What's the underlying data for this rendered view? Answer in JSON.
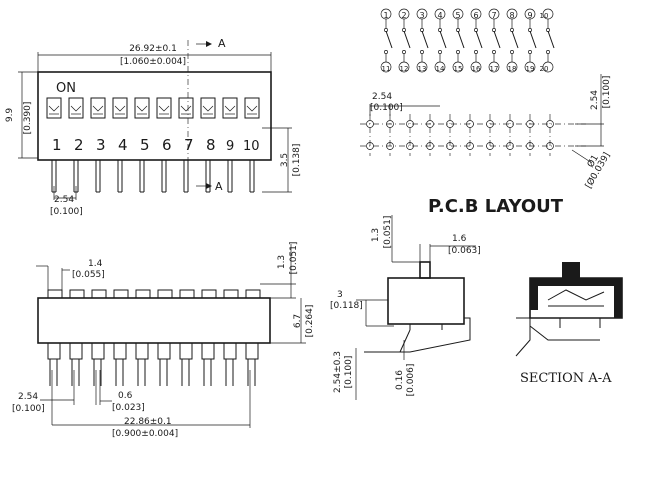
{
  "top_view": {
    "width_mm": "26.92±0.1",
    "width_in": "[1.060±0.004]",
    "height_mm": "9.9",
    "height_in": "[0.390]",
    "on_label": "ON",
    "switch_numbers": [
      "1",
      "2",
      "3",
      "4",
      "5",
      "6",
      "7",
      "8",
      "9",
      "10"
    ],
    "pitch_mm": "2.54",
    "pitch_in": "[0.100]",
    "lead_len_mm": "3.5",
    "lead_len_in": "[0.138]",
    "section_marker": "A"
  },
  "pcb_layout": {
    "title": "P.C.B LAYOUT",
    "pin_numbers_top": [
      "1",
      "2",
      "3",
      "4",
      "5",
      "6",
      "7",
      "8",
      "9",
      "10"
    ],
    "pin_numbers_bottom": [
      "11",
      "12",
      "13",
      "14",
      "15",
      "16",
      "17",
      "18",
      "19",
      "20"
    ],
    "pitch_h_mm": "2.54",
    "pitch_h_in": "[0.100]",
    "pitch_v_mm": "2.54",
    "pitch_v_in": "[0.100]",
    "hole_mm": "Ø1",
    "hole_in": "[Ø0.039]"
  },
  "front_view": {
    "actuator_w_mm": "1.4",
    "actuator_w_in": "[0.055]",
    "actuator_h_mm": "1.3",
    "actuator_h_in": "[0.051]",
    "body_h_mm": "6.7",
    "body_h_in": "[0.264]",
    "pitch_mm": "2.54",
    "pitch_in": "[0.100]",
    "pin_w_mm": "0.6",
    "pin_w_in": "[0.023]",
    "span_mm": "22.86±0.1",
    "span_in": "[0.900±0.004]"
  },
  "side_view": {
    "act_h_mm": "1.3",
    "act_h_in": "[0.051]",
    "act_w_mm": "1.6",
    "act_w_in": "[0.063]",
    "body_mm": "3",
    "body_in": "[0.118]",
    "pin_sp_mm": "2.54±0.3",
    "pin_sp_in": "[0.100]",
    "pin_t_mm": "0.16",
    "pin_t_in": "[0.006]"
  },
  "section": {
    "label": "SECTION A-A"
  }
}
